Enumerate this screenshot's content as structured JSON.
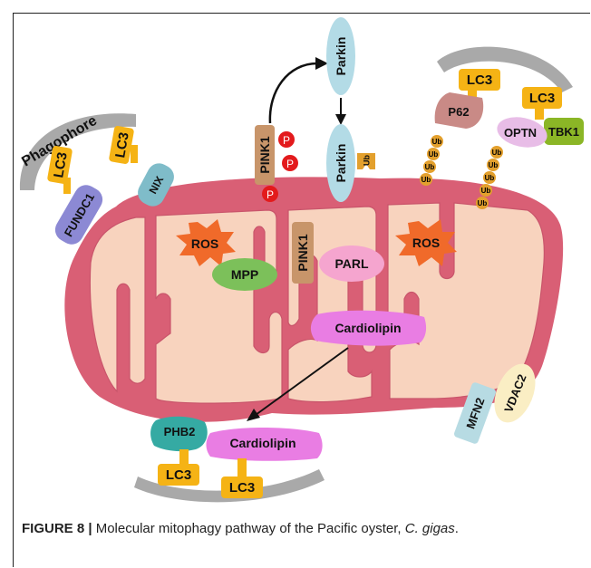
{
  "labels": {
    "phagophore": "Phagophore",
    "lc3": "LC3",
    "fundc1": "FUNDC1",
    "nix": "NIX",
    "pink1": "PINK1",
    "p": "P",
    "parkin": "Parkin",
    "ub": "Ub",
    "p62": "P62",
    "optn": "OPTN",
    "tbk1": "TBK1",
    "ros": "ROS",
    "mpp": "MPP",
    "parl": "PARL",
    "cardiolipin": "Cardiolipin",
    "phb2": "PHB2",
    "mfn2": "MFN2",
    "vdac2": "VDAC2"
  },
  "caption": {
    "figure_label": "FIGURE 8 |",
    "text": "Molecular mitophagy pathway of the Pacific oyster, ",
    "species": "C. gigas",
    "end": "."
  },
  "colors": {
    "outer_membrane": "#d95f75",
    "matrix": "#f8d3be",
    "phagophore": "#a9a9a9",
    "lc3": "#f5b315",
    "fundc1": "#8c89d4",
    "nix": "#7fbcc9",
    "pink1": "#c8956a",
    "phospho": "#e31a1c",
    "parkin": "#b3dbe6",
    "ubiquitin": "#e3a02d",
    "p62": "#c98a86",
    "optn": "#e8bde7",
    "tbk1": "#8bb626",
    "ros": "#f06a2a",
    "mpp": "#7cc05a",
    "parl": "#f5a5cf",
    "cardiolipin": "#e97de3",
    "phb2": "#35aaa3",
    "mfn2": "#b7dbe3",
    "vdac2": "#faeec4"
  }
}
